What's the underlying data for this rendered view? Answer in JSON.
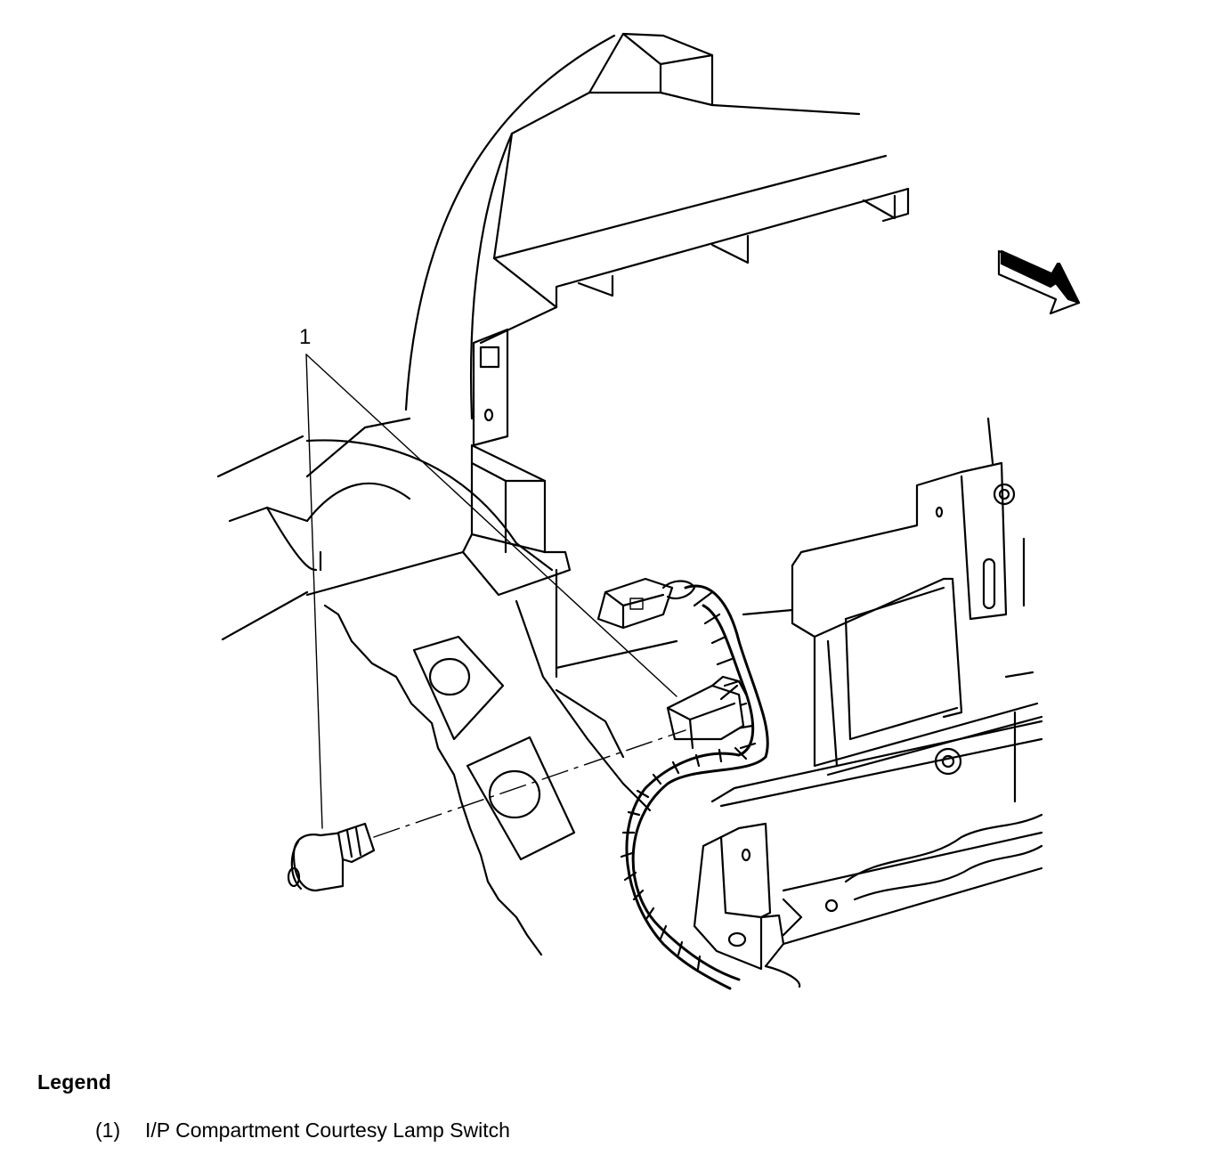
{
  "callouts": [
    {
      "number": "1"
    }
  ],
  "legend": {
    "title": "Legend",
    "items": [
      {
        "number": "(1)",
        "label": "I/P Compartment Courtesy Lamp Switch"
      }
    ]
  },
  "icons": {
    "direction": "forward-arrow-icon"
  }
}
